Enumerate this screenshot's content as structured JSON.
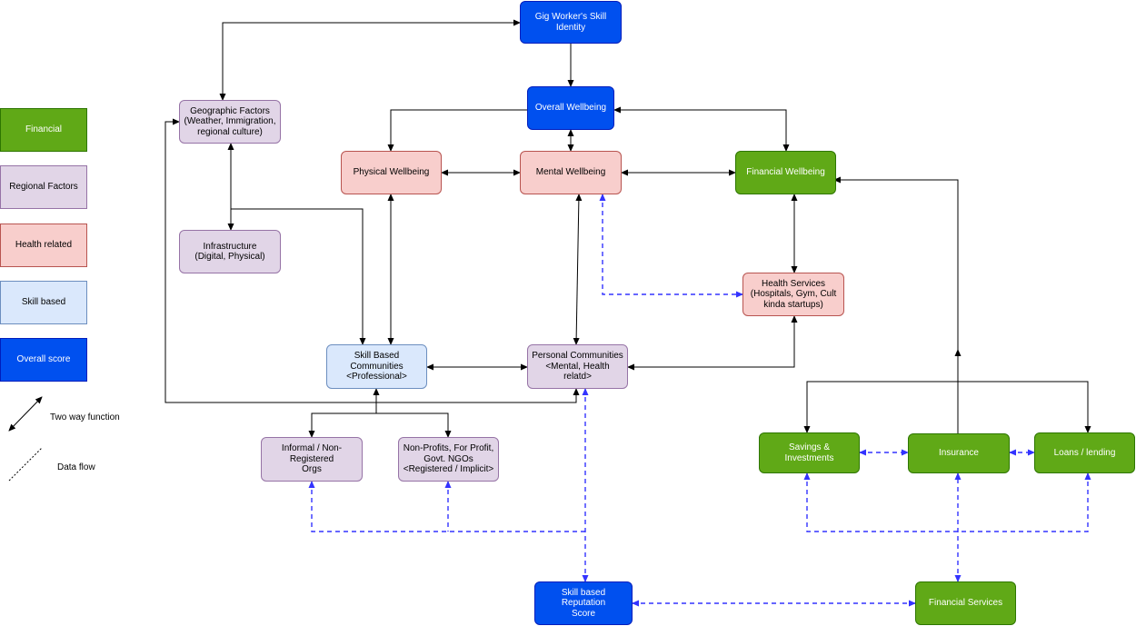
{
  "nodes": {
    "gig_identity": "Gig Worker's Skill Identity",
    "overall_wellbeing": "Overall Wellbeing",
    "geographic_factors": "Geographic Factors\n(Weather, Immigration,\nregional culture)",
    "physical_wellbeing": "Physical Wellbeing",
    "mental_wellbeing": "Mental Wellbeing",
    "financial_wellbeing": "Financial Wellbeing",
    "infrastructure": "Infrastructure\n(Digital, Physical)",
    "health_services": "Health Services\n(Hospitals, Gym, Cult\nkinda startups)",
    "skill_communities": "Skill Based Communities\n<Professional>",
    "personal_communities": "Personal Communities\n<Mental, Health relatd>",
    "informal_orgs": "Informal / Non-Registered\nOrgs",
    "nonprofits": "Non-Profits, For Profit,\nGovt. NGOs\n<Registered / Implicit>",
    "savings": "Savings & Investments",
    "insurance": "Insurance",
    "loans": "Loans / lending",
    "reputation_score": "Skill based Reputation\nScore",
    "financial_services": "Financial Services"
  },
  "legend": {
    "financial": "Financial",
    "regional": "Regional Factors",
    "health": "Health related",
    "skill": "Skill based",
    "overall": "Overall score",
    "two_way": "Two way function",
    "data_flow": "Data flow"
  },
  "colors": {
    "blue": "#0050ef",
    "green": "#60a917",
    "purple": "#e1d5e7",
    "red": "#f8cecc",
    "light_blue": "#dae8fc",
    "data_flow": "#3333ff"
  }
}
